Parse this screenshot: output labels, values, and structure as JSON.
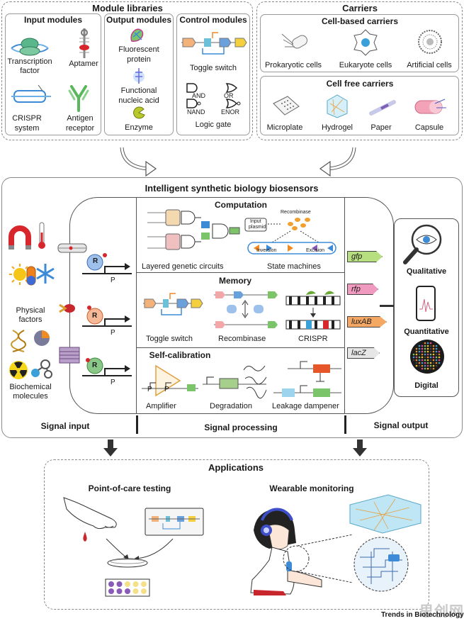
{
  "module_libraries": {
    "title": "Module libraries",
    "input": {
      "title": "Input modules",
      "items": [
        "Transcription",
        "factor",
        "Aptamer",
        "CRISPR",
        "system",
        "Antigen",
        "receptor"
      ]
    },
    "output": {
      "title": "Output modules",
      "items": [
        "Fluorescent",
        "protein",
        "Functional",
        "nucleic acid",
        "Enzyme"
      ]
    },
    "control": {
      "title": "Control modules",
      "toggle": "Toggle switch",
      "gates": [
        "AND",
        "OR",
        "NAND",
        "ENOR"
      ],
      "logic": "Logic gate"
    }
  },
  "carriers": {
    "title": "Carriers",
    "cell_based": {
      "title": "Cell-based carriers",
      "items": [
        "Prokaryotic cells",
        "Eukaryote cells",
        "Artificial cells"
      ]
    },
    "cell_free": {
      "title": "Cell free carriers",
      "items": [
        "Microplate",
        "Hydrogel",
        "Paper",
        "Capsule"
      ]
    }
  },
  "biosensors": {
    "title": "Intelligent synthetic biology biosensors",
    "input_labels": {
      "physical": [
        "Physical",
        "factors"
      ],
      "bio": [
        "Biochemical",
        "molecules"
      ]
    },
    "regulator": "R",
    "promoter": "P",
    "computation": {
      "title": "Computation",
      "items": [
        "Layered genetic circuits",
        "State machines"
      ],
      "small": [
        "Recombinase",
        "Input",
        "plasmid",
        "Inversion",
        "Excision"
      ]
    },
    "memory": {
      "title": "Memory",
      "items": [
        "Toggle switch",
        "Recombinase",
        "CRISPR"
      ]
    },
    "self_calibration": {
      "title": "Self-calibration",
      "items": [
        "Amplifier",
        "Degradation",
        "Leakage dampener"
      ]
    },
    "genes": [
      "gfp",
      "rfp",
      "luxAB",
      "lacZ"
    ],
    "outputs": [
      "Qualitative",
      "Quantitative",
      "Digital"
    ],
    "bottom": [
      "Signal input",
      "Signal processing",
      "Signal output"
    ]
  },
  "applications": {
    "title": "Applications",
    "items": [
      "Point-of-care testing",
      "Wearable monitoring"
    ]
  },
  "credit": "Trends in Biotechnology",
  "watermark": "思创网",
  "colors": {
    "gfp": "#8cc63f",
    "rfp": "#e64c8d",
    "luxAB": "#f08a24",
    "lacZ": "#d9d9d9",
    "accent": "#3d8bd6",
    "green": "#4fa84b"
  }
}
